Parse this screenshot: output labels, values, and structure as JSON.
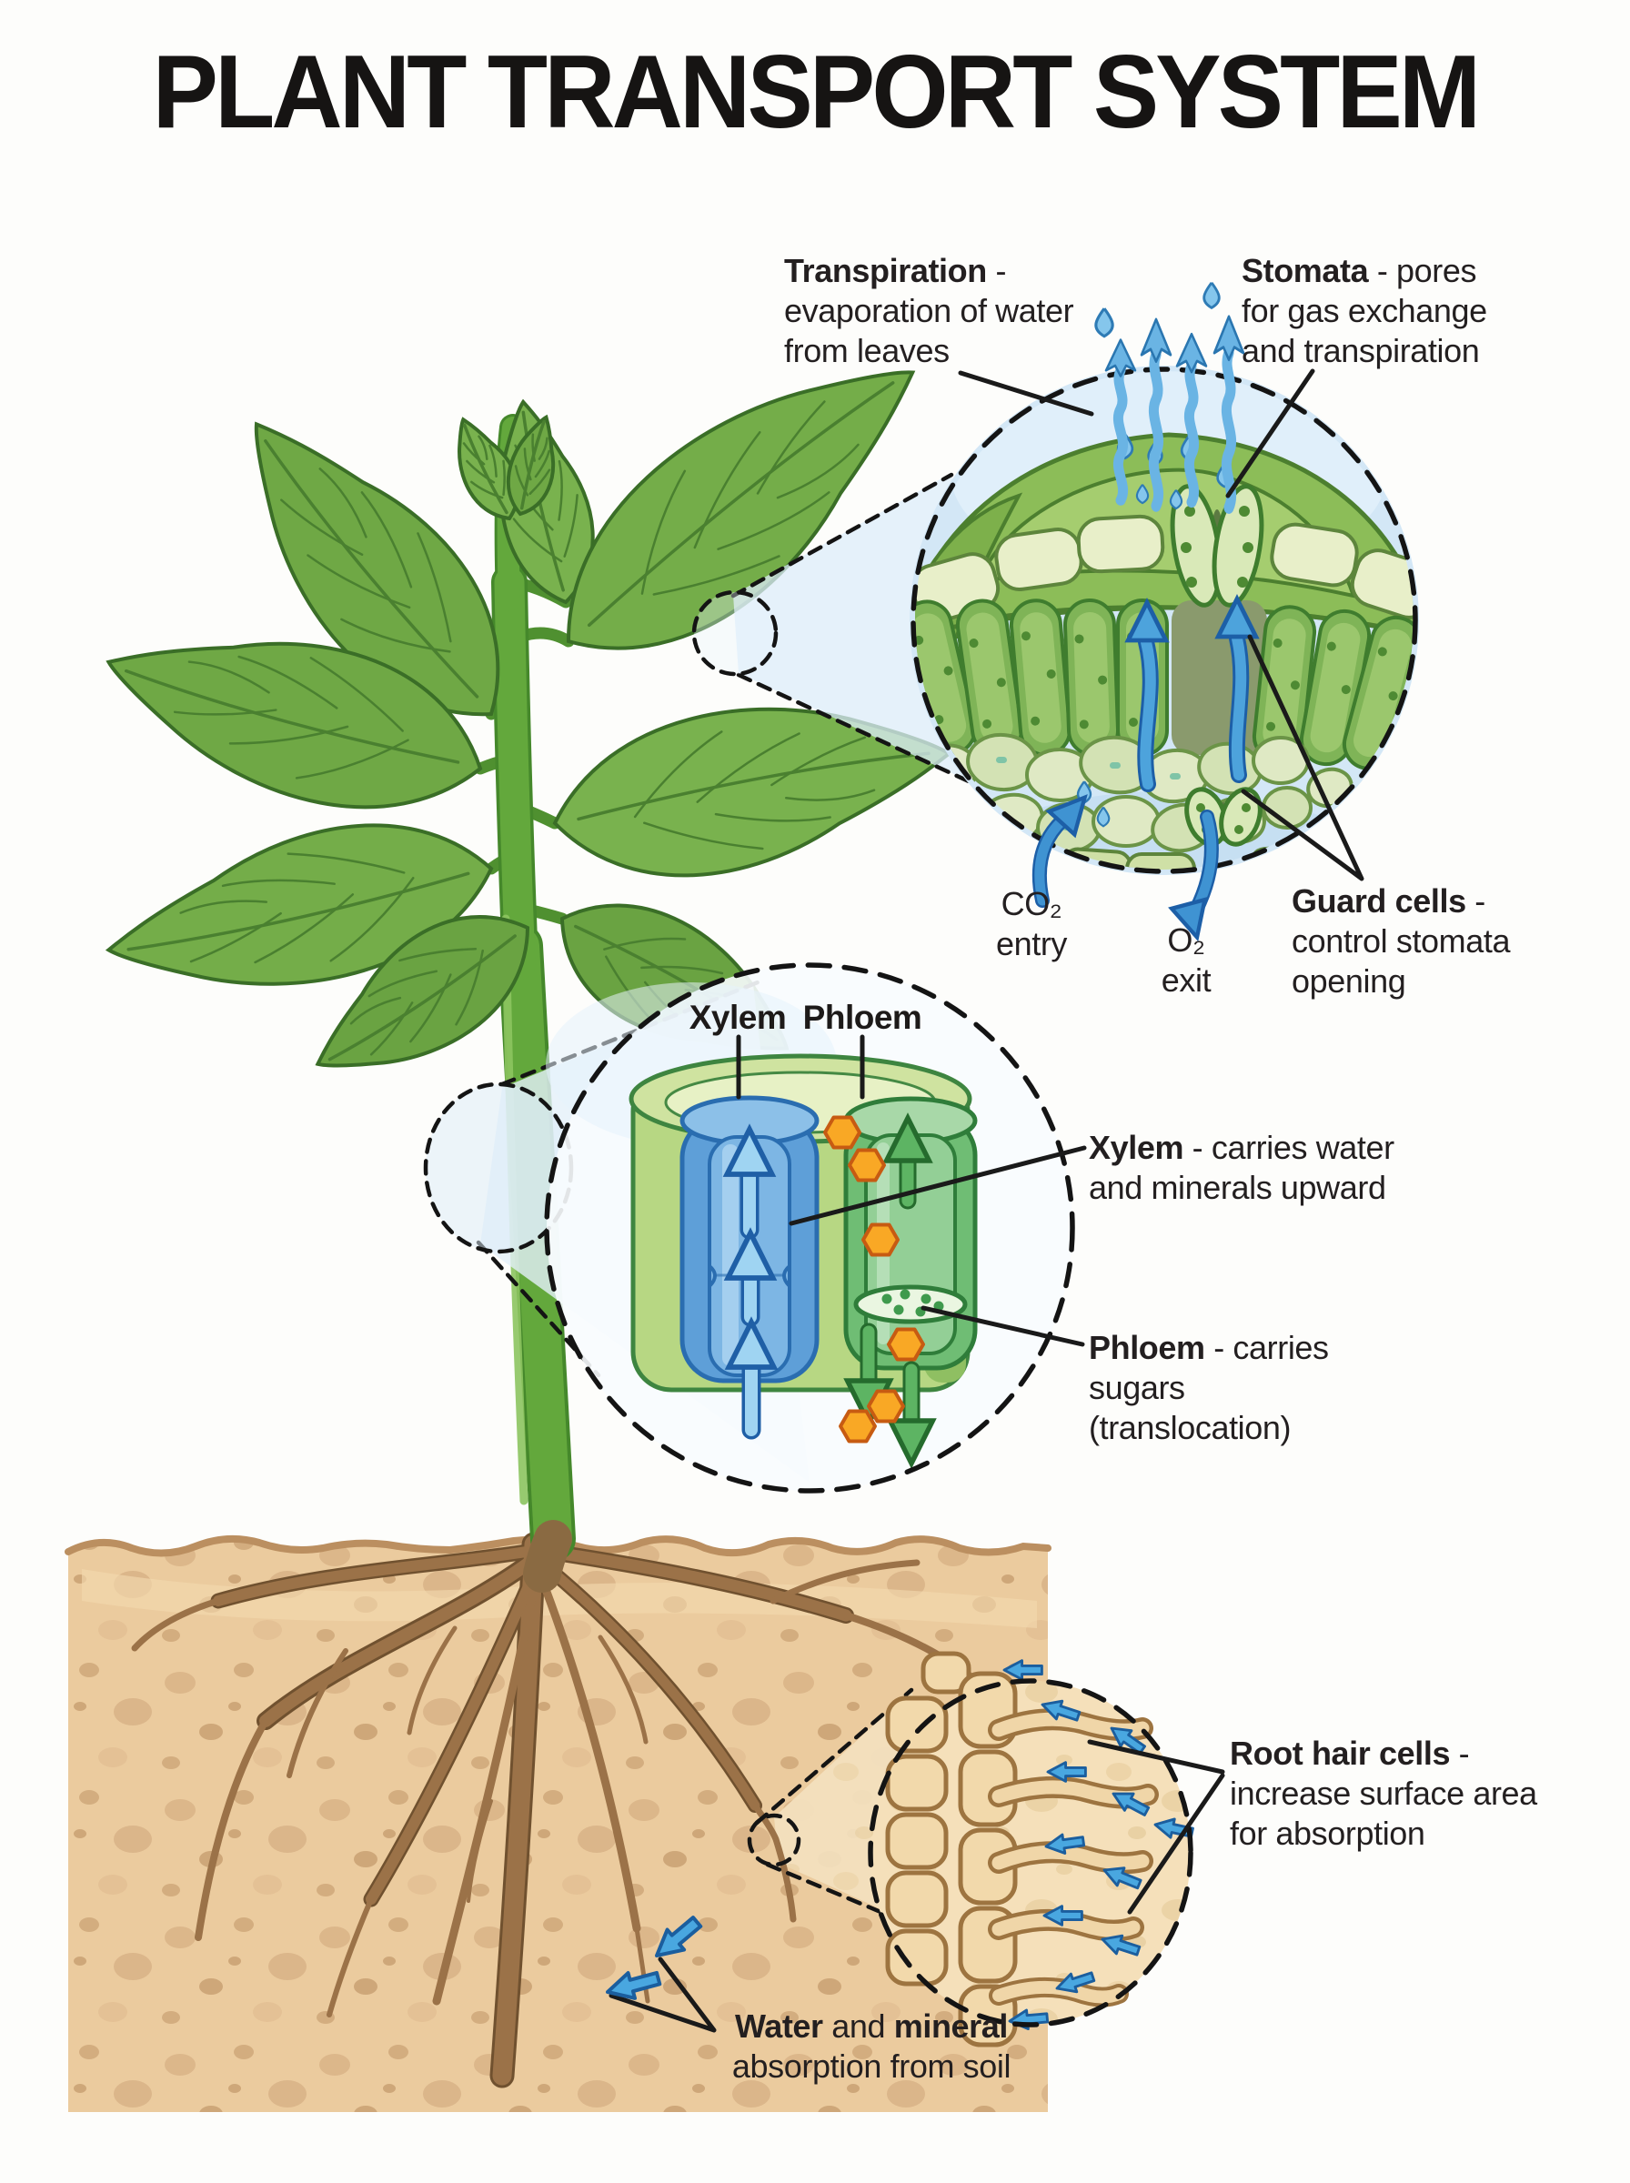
{
  "title": "PLANT TRANSPORT SYSTEM",
  "labels": {
    "transpiration": {
      "term": "Transpiration",
      "rest": " -\nevaporation of water\nfrom leaves"
    },
    "stomata": {
      "term": "Stomata",
      "rest": " - pores\nfor gas exchange\nand transpiration"
    },
    "co2": {
      "line1": "CO₂",
      "line2": "entry"
    },
    "o2": {
      "line1": "O₂",
      "line2": "exit"
    },
    "guard_cells": {
      "term": "Guard cells",
      "rest": " -\ncontrol stomata\nopening"
    },
    "xylem_header": "Xylem",
    "phloem_header": "Phloem",
    "xylem": {
      "term": "Xylem",
      "rest": " - carries water\nand minerals upward"
    },
    "phloem": {
      "term": "Phloem",
      "rest": " - carries sugars\n(translocation)"
    },
    "root_hair": {
      "term": "Root hair cells",
      "rest": " -\nincrease surface area\nfor absorption"
    },
    "water_mineral": {
      "b1": "Water",
      "mid": " and ",
      "b2": "mineral",
      "rest": "\nabsorption from soil"
    }
  },
  "colors": {
    "leaf_green": "#74ad49",
    "stem_green": "#63a83c",
    "soil_tan": "#ebcb9e",
    "root_brown": "#9b7248",
    "xylem_blue": "#5e9fd8",
    "phloem_green": "#6fbd74",
    "sugar_orange": "#f9a825",
    "water_blue": "#49a7e0",
    "outline_ink": "#1a1a1a"
  }
}
